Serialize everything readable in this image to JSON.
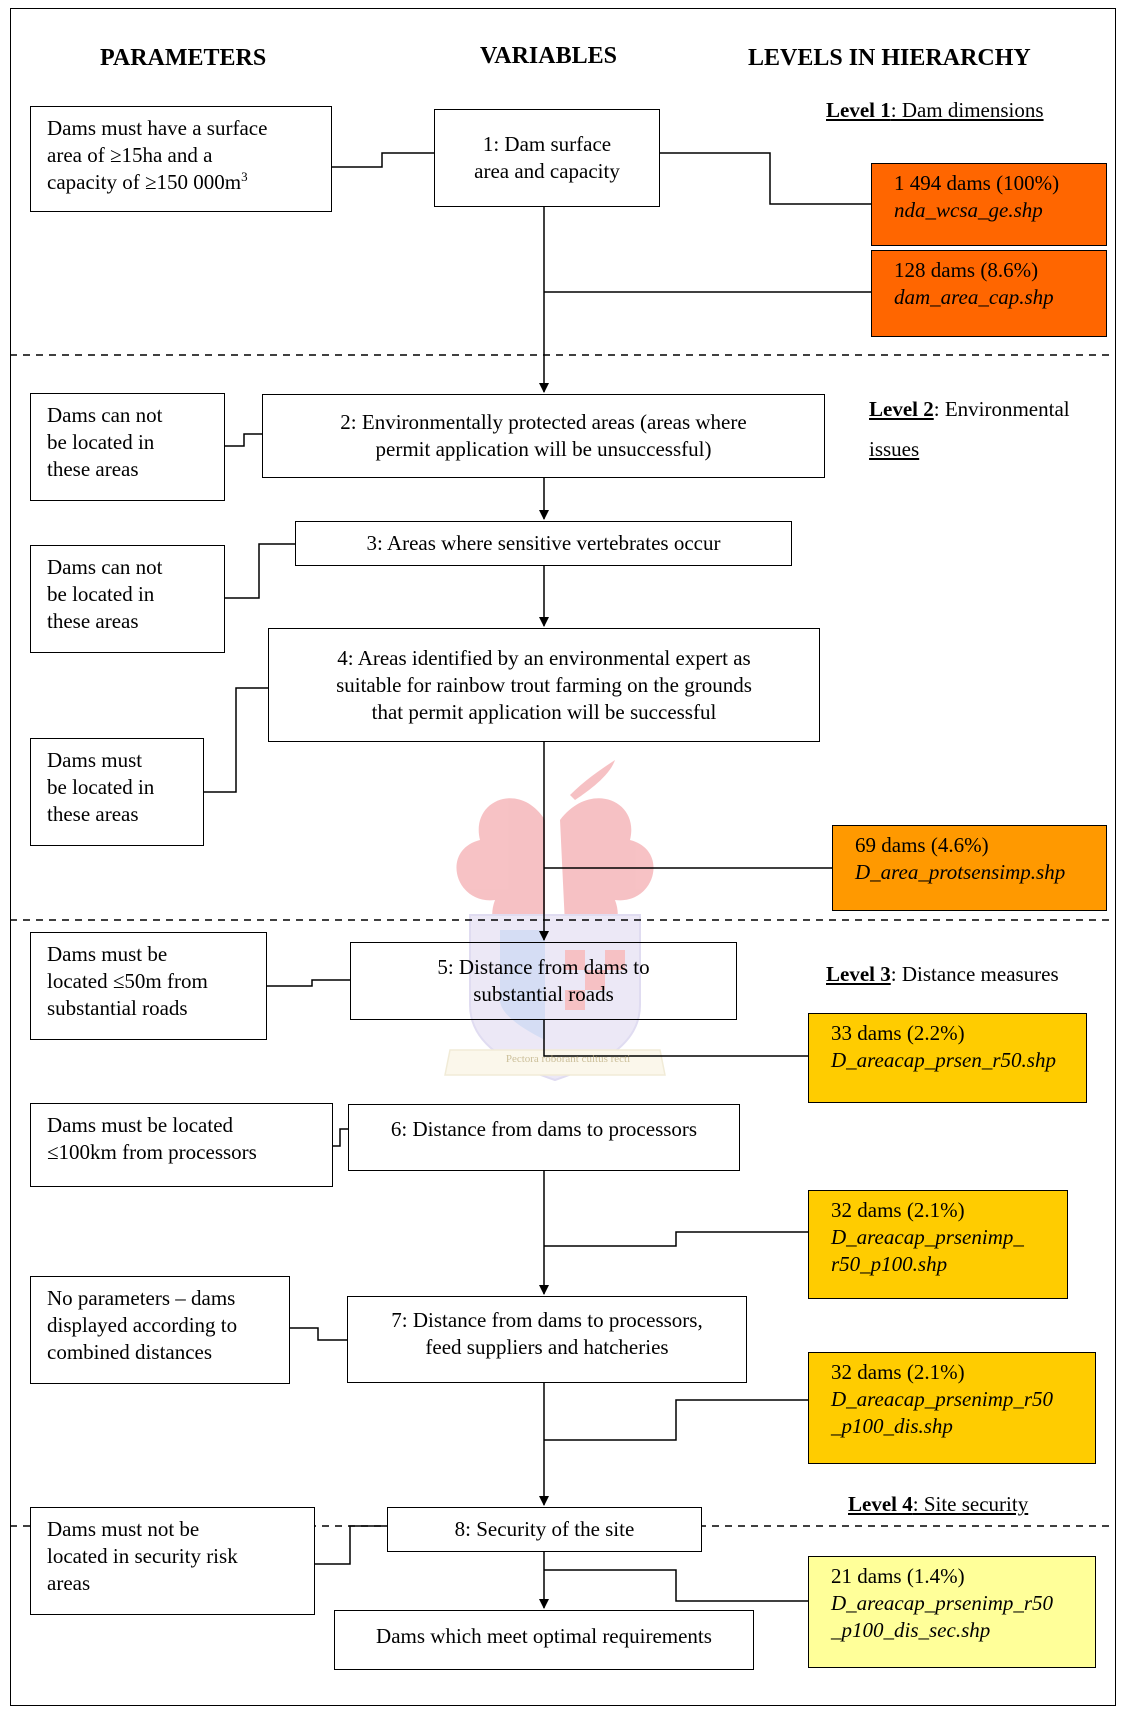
{
  "headers": {
    "parameters": "PARAMETERS",
    "variables": "VARIABLES",
    "levels": "LEVELS IN HIERARCHY"
  },
  "levels": {
    "level1": {
      "label": "Level 1",
      "text": ": Dam dimensions"
    },
    "level2": {
      "label": "Level  2",
      "text": ":  Environmental",
      "text2": "issues"
    },
    "level3": {
      "label": "Level 3",
      "text": ": Distance measures"
    },
    "level4": {
      "label": "Level 4",
      "text": ": Site security"
    }
  },
  "parameters": {
    "p1": {
      "line1": "Dams must have a surface",
      "line2": "area of ≥15ha and a",
      "line3": "capacity of ≥150 000m",
      "sup": "3"
    },
    "p2": {
      "line1": "Dams can not",
      "line2": "be located in",
      "line3": "these areas"
    },
    "p3": {
      "line1": "Dams can not",
      "line2": "be located in",
      "line3": "these areas"
    },
    "p4": {
      "line1": "Dams must",
      "line2": "be located in",
      "line3": "these areas"
    },
    "p5": {
      "line1": "Dams must be",
      "line2": "located ≤50m from",
      "line3": "substantial roads"
    },
    "p6": {
      "line1": "Dams must be located",
      "line2": "≤100km from processors"
    },
    "p7": {
      "line1": "No parameters – dams",
      "line2": "displayed according to",
      "line3": "combined distances"
    },
    "p8": {
      "line1": "Dams must not be",
      "line2": "located in security risk",
      "line3": "areas"
    }
  },
  "variables": {
    "v1": {
      "line1": "1: Dam surface",
      "line2": "area and capacity"
    },
    "v2": {
      "line1": "2: Environmentally protected areas (areas where",
      "line2": "permit application will be unsuccessful)"
    },
    "v3": {
      "line1": "3: Areas where sensitive vertebrates occur"
    },
    "v4": {
      "line1": "4: Areas identified by an environmental expert as",
      "line2": "suitable for rainbow trout farming on the grounds",
      "line3": "that permit application will be successful"
    },
    "v5": {
      "line1": "5: Distance from dams to",
      "line2": "substantial roads"
    },
    "v6": {
      "line1": "6: Distance from dams to processors"
    },
    "v7": {
      "line1": "7: Distance from dams to processors,",
      "line2": "feed suppliers and hatcheries"
    },
    "v8": {
      "line1": "8: Security of the site"
    },
    "final": {
      "line1": "Dams which meet optimal requirements"
    }
  },
  "results": {
    "r1": {
      "count": "1 494 dams (100%)",
      "file": "nda_wcsa_ge.shp",
      "color": "#ff6600"
    },
    "r2": {
      "count": "128 dams (8.6%)",
      "file": "dam_area_cap.shp",
      "color": "#ff6600"
    },
    "r3": {
      "count": "69 dams (4.6%)",
      "file": "D_area_protsensimp.shp",
      "color": "#ff9900"
    },
    "r4": {
      "count": "33 dams (2.2%)",
      "file": "D_areacap_prsen_r50.shp",
      "color": "#ffcc00"
    },
    "r5": {
      "count": "32 dams (2.1%)",
      "file1": "D_areacap_prsenimp_",
      "file2": "r50_p100.shp",
      "color": "#ffcc00"
    },
    "r6": {
      "count": "32 dams (2.1%)",
      "file1": "D_areacap_prsenimp_r50",
      "file2": "_p100_dis.shp",
      "color": "#ffcc00"
    },
    "r7": {
      "count": "21 dams (1.4%)",
      "file1": "D_areacap_prsenimp_r50",
      "file2": "_p100_dis_sec.shp",
      "color": "#ffff99"
    }
  },
  "watermark": {
    "motto": "Pectora roborant cultus recti"
  }
}
